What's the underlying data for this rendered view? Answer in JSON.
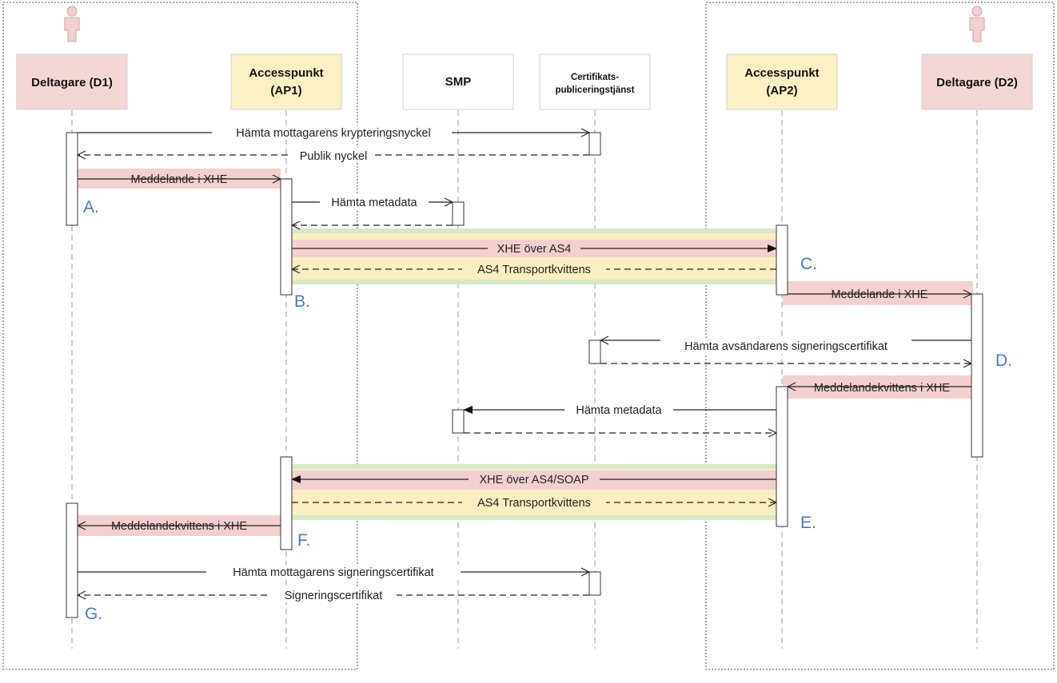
{
  "participants": {
    "d1": {
      "label": "Deltagare (D1)"
    },
    "ap1": {
      "line1": "Accesspunkt",
      "line2": "(AP1)"
    },
    "smp": {
      "label": "SMP"
    },
    "cert": {
      "line1": "Certifikats-",
      "line2": "publiceringstjänst"
    },
    "ap2": {
      "line1": "Accesspunkt",
      "line2": "(AP2)"
    },
    "d2": {
      "label": "Deltagare (D2)"
    }
  },
  "messages": {
    "m1": "Hämta mottagarens krypteringsnyckel",
    "m2": "Publik nyckel",
    "m3": "Meddelande i XHE",
    "m4": "Hämta metadata",
    "m5": "XHE över AS4",
    "m6": "AS4 Transportkvittens",
    "m7": "Meddelande i XHE",
    "m8": "Hämta avsändarens signeringscertifikat",
    "m9": "Meddelandekvittens i XHE",
    "m10": "Hämta metadata",
    "m11": "XHE över AS4/SOAP",
    "m12": "AS4 Transportkvittens",
    "m13": "Meddelandekvittens i XHE",
    "m14": "Hämta mottagarens signeringscertifikat",
    "m15": "Signeringscertifikat"
  },
  "steps": {
    "a": "A.",
    "b": "B.",
    "c": "C.",
    "d": "D.",
    "e": "E.",
    "f": "F.",
    "g": "G."
  },
  "colors": {
    "participant_pink": "#f5d6d6",
    "accesspoint_yellow": "#fdf0c4",
    "band_green": "#d6e8c6",
    "band_pink": "#f3cfd0",
    "band_yellow": "#fbeec2",
    "step_blue": "#4a78c2"
  }
}
